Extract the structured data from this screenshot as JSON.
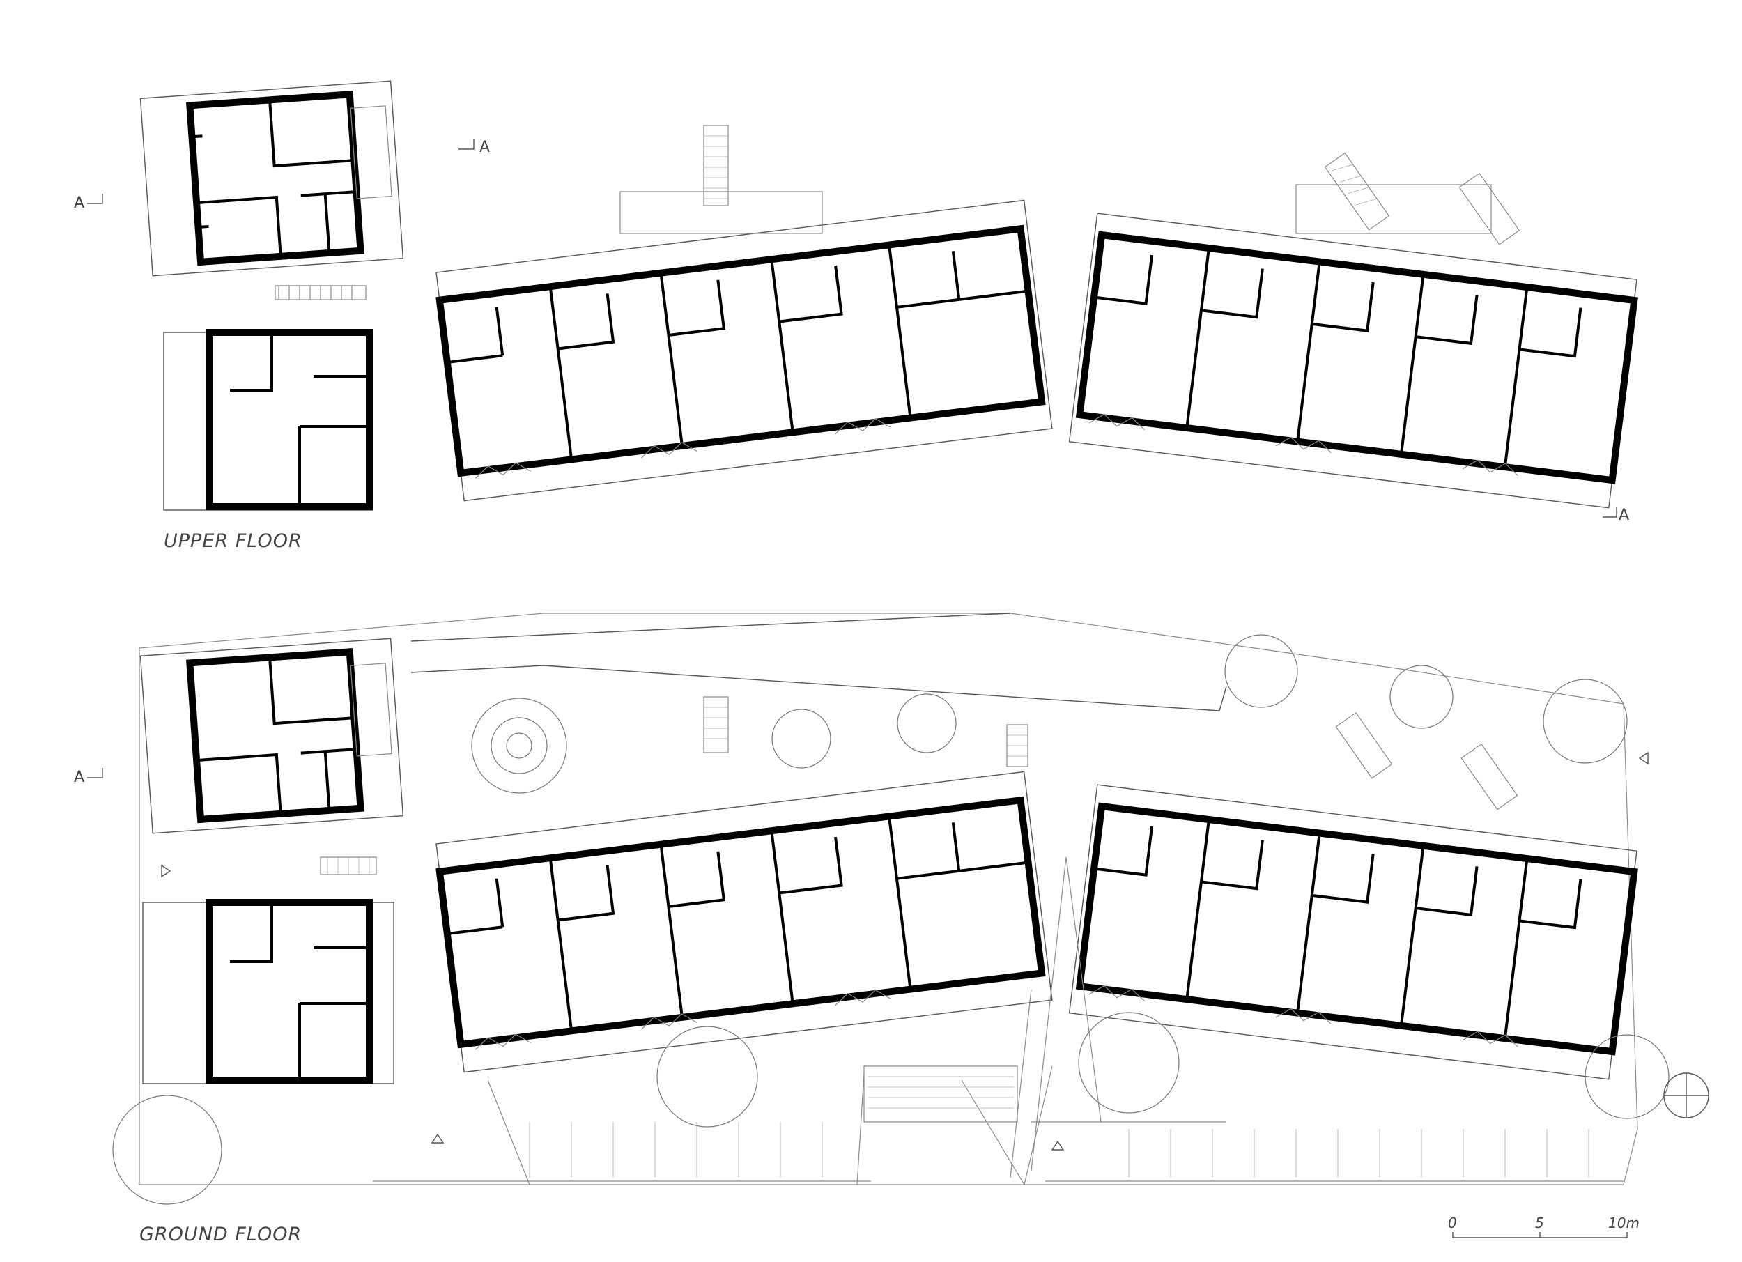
{
  "labels": {
    "upper_floor": "UPPER FLOOR",
    "ground_floor": "GROUND  FLOOR",
    "section_marker": "A"
  },
  "scale_bar": {
    "ticks": [
      "0",
      "5",
      "10m"
    ]
  },
  "colors": {
    "wall": "#000000",
    "linework": "#555555",
    "background": "#ffffff"
  },
  "icons": [
    "north-arrow-icon",
    "section-marker-icon",
    "entrance-triangle-icon",
    "tree-icon",
    "stair-icon"
  ]
}
